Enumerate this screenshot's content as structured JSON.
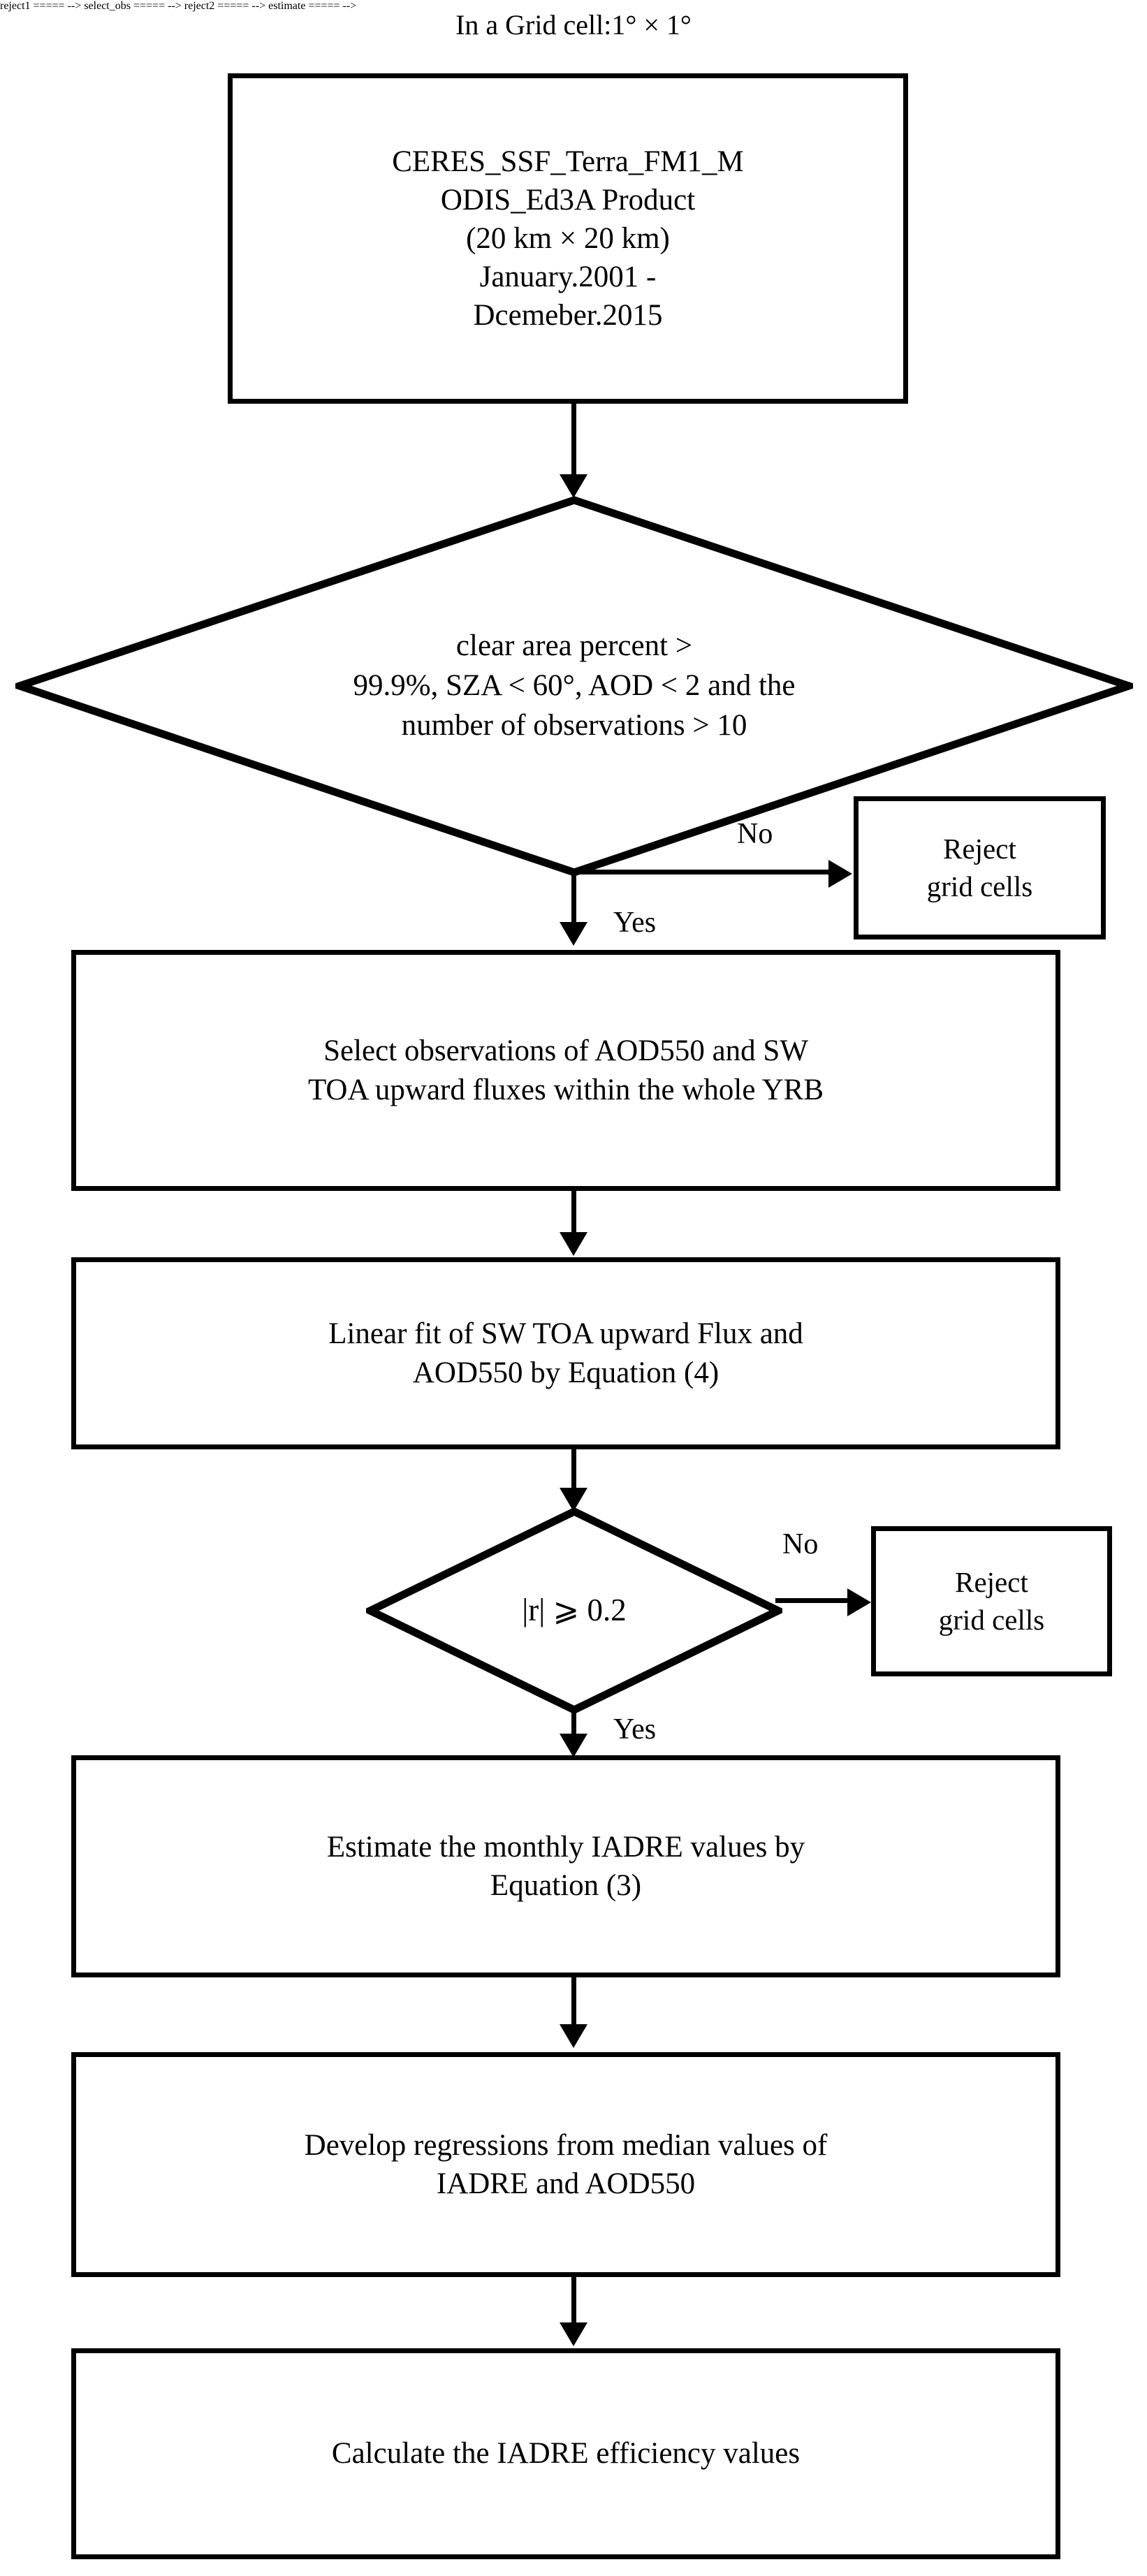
{
  "diagram": {
    "type": "flowchart",
    "orientation": "top-to-bottom",
    "caption": "In a Grid cell:1° × 1°"
  },
  "nodes": {
    "data_source": {
      "shape": "process",
      "line1": "CERES_SSF_Terra_FM1_M",
      "line2": "ODIS_Ed3A Product",
      "line3": "(20 km × 20 km)",
      "line4": "January.2001 -",
      "line5": "Dcemeber.2015"
    },
    "decision_1": {
      "shape": "decision",
      "line1": "clear area percent  >",
      "line2": "99.9%, SZA < 60°, AOD < 2 and the",
      "line3": "number  of  observations > 10"
    },
    "reject_1": {
      "shape": "process",
      "line1": "Reject",
      "line2": "grid cells"
    },
    "select_obs": {
      "shape": "process",
      "line1": "Select observations of AOD550 and SW",
      "line2": "TOA upward fluxes within  the whole YRB"
    },
    "linear_fit": {
      "shape": "process",
      "line1": "Linear fit of SW TOA upward Flux and",
      "line2": "AOD550 by Equation (4)"
    },
    "decision_2": {
      "shape": "decision",
      "text": "|r| ⩾ 0.2"
    },
    "reject_2": {
      "shape": "process",
      "line1": "Reject",
      "line2": "grid cells"
    },
    "estimate_iadre": {
      "shape": "process",
      "line1": "Estimate the monthly IADRE values by",
      "line2": "Equation (3)"
    },
    "develop_regressions": {
      "shape": "process",
      "line1": "Develop regressions from median values of",
      "line2": "IADRE  and AOD550"
    },
    "calculate_efficiency": {
      "shape": "process",
      "line1": "Calculate the IADRE efficiency values"
    }
  },
  "edges": {
    "d1_no": "No",
    "d1_yes": "Yes",
    "d2_no": "No",
    "d2_yes": "Yes"
  },
  "colors": {
    "stroke": "#000000",
    "fill": "#ffffff",
    "text": "#000000"
  }
}
